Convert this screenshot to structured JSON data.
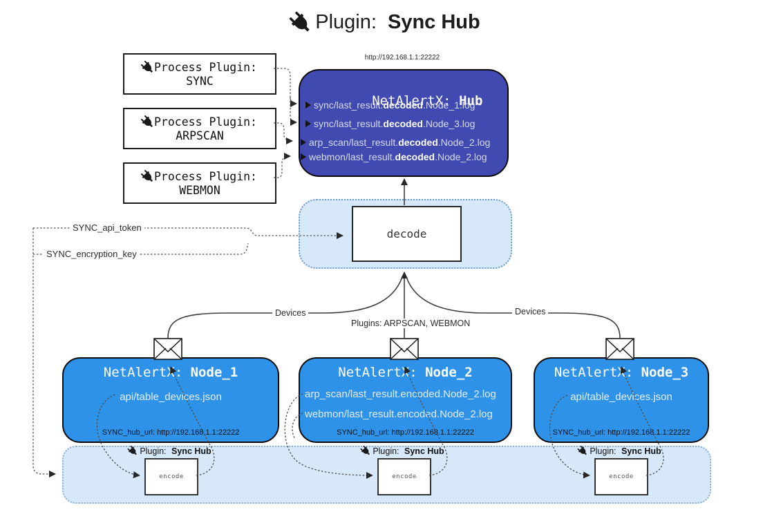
{
  "title": {
    "icon": "plug-icon",
    "prefix": "Plugin: ",
    "name": "Sync Hub"
  },
  "process_plugins": [
    {
      "label": "Process Plugin:",
      "name": "SYNC"
    },
    {
      "label": "Process Plugin:",
      "name": "ARPSCAN"
    },
    {
      "label": "Process Plugin:",
      "name": "WEBMON"
    }
  ],
  "hub": {
    "url": "http://192.168.1.1:22222",
    "title_prefix": "NetAlertX: ",
    "title_name": "Hub",
    "logs": [
      {
        "pre": "sync/last_result.",
        "bold": "decoded",
        "post": ".Node_1.log"
      },
      {
        "pre": "sync/last_result.",
        "bold": "decoded",
        "post": ".Node_3.log"
      },
      {
        "pre": "arp_scan/last_result.",
        "bold": "decoded",
        "post": ".Node_2.log"
      },
      {
        "pre": "webmon/last_result.",
        "bold": "decoded",
        "post": ".Node_2.log"
      }
    ]
  },
  "decode_box": {
    "label": "decode"
  },
  "secrets": {
    "api_token": "SYNC_api_token",
    "encryption_key": "SYNC_encryption_key"
  },
  "edge_labels": {
    "devices_left": "Devices",
    "plugins_middle": "Plugins: ARPSCAN, WEBMON",
    "devices_right": "Devices"
  },
  "nodes": [
    {
      "title_prefix": "NetAlertX: ",
      "title_name": "Node_1",
      "files": [
        "api/table_devices.json"
      ],
      "hub_url": "SYNC_hub_url: http://192.168.1.1:22222"
    },
    {
      "title_prefix": "NetAlertX: ",
      "title_name": "Node_2",
      "files": [
        "arp_scan/last_result.encoded.Node_2.log",
        "webmon/last_result.encoded.Node_2.log"
      ],
      "hub_url": "SYNC_hub_url: http://192.168.1.1:22222"
    },
    {
      "title_prefix": "NetAlertX: ",
      "title_name": "Node_3",
      "files": [
        "api/table_devices.json"
      ],
      "hub_url": "SYNC_hub_url: http://192.168.1.1:22222"
    }
  ],
  "encoders": [
    {
      "label_prefix": "Plugin: ",
      "label_name": "Sync Hub",
      "box_label": "encode"
    },
    {
      "label_prefix": "Plugin: ",
      "label_name": "Sync Hub",
      "box_label": "encode"
    },
    {
      "label_prefix": "Plugin: ",
      "label_name": "Sync Hub",
      "box_label": "encode"
    }
  ],
  "colors": {
    "hub_fill": "#404ab1",
    "node_fill": "#2e93e8",
    "panel_fill": "#d7e8f9",
    "panel_border": "#8ab0d8",
    "decode_border": "#6f9bcb"
  }
}
